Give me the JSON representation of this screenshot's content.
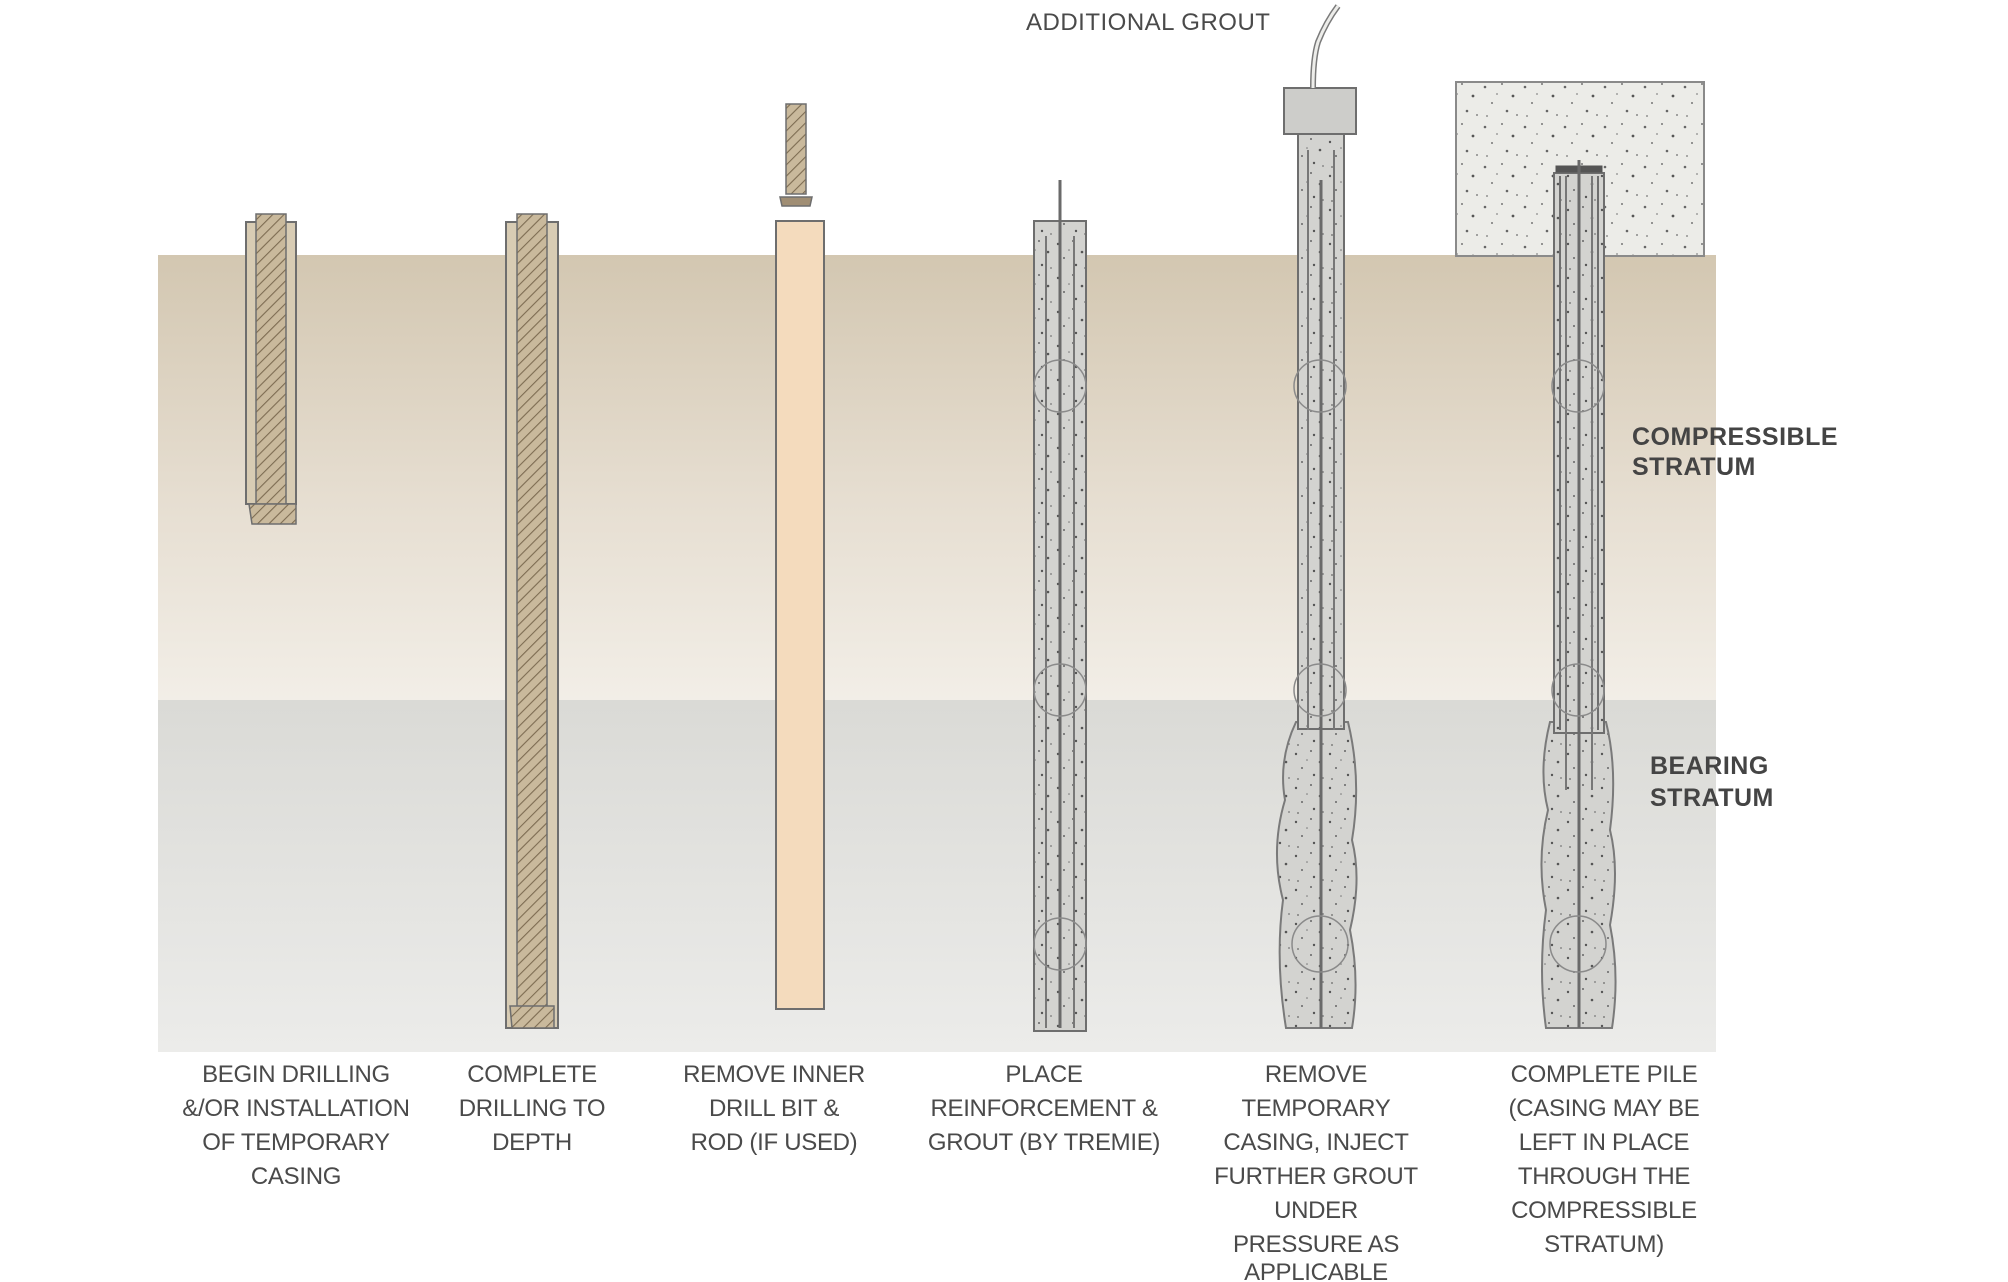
{
  "annotations": {
    "additional_grout": "ADDITIONAL GROUT"
  },
  "strata": {
    "compressible": [
      "COMPRESSIBLE",
      "STRATUM"
    ],
    "bearing": [
      "BEARING",
      "STRATUM"
    ]
  },
  "steps": [
    {
      "lines": [
        "BEGIN DRILLING",
        "&/OR INSTALLATION",
        "OF TEMPORARY",
        "CASING"
      ]
    },
    {
      "lines": [
        "COMPLETE",
        "DRILLING TO",
        "DEPTH"
      ]
    },
    {
      "lines": [
        "REMOVE INNER",
        "DRILL BIT &",
        "ROD (IF USED)"
      ]
    },
    {
      "lines": [
        "PLACE",
        "REINFORCEMENT &",
        "GROUT (BY TREMIE)"
      ]
    },
    {
      "lines": [
        "REMOVE",
        "TEMPORARY",
        "CASING, INJECT",
        "FURTHER GROUT",
        "UNDER",
        "PRESSURE AS",
        "APPLICABLE"
      ]
    },
    {
      "lines": [
        "COMPLETE PILE",
        "(CASING MAY BE",
        "LEFT IN PLACE",
        "THROUGH THE",
        "COMPRESSIBLE",
        "STRATUM)"
      ]
    }
  ],
  "colors": {
    "compressible_top": "#d4c8b3",
    "compressible_bottom": "#f1ede6",
    "bearing_top": "#dcdcd8",
    "bearing_bottom": "#ebebe8",
    "grout": "#d2d2cf",
    "casing": "#cfc2aa",
    "rod": "#f4dcc0"
  }
}
